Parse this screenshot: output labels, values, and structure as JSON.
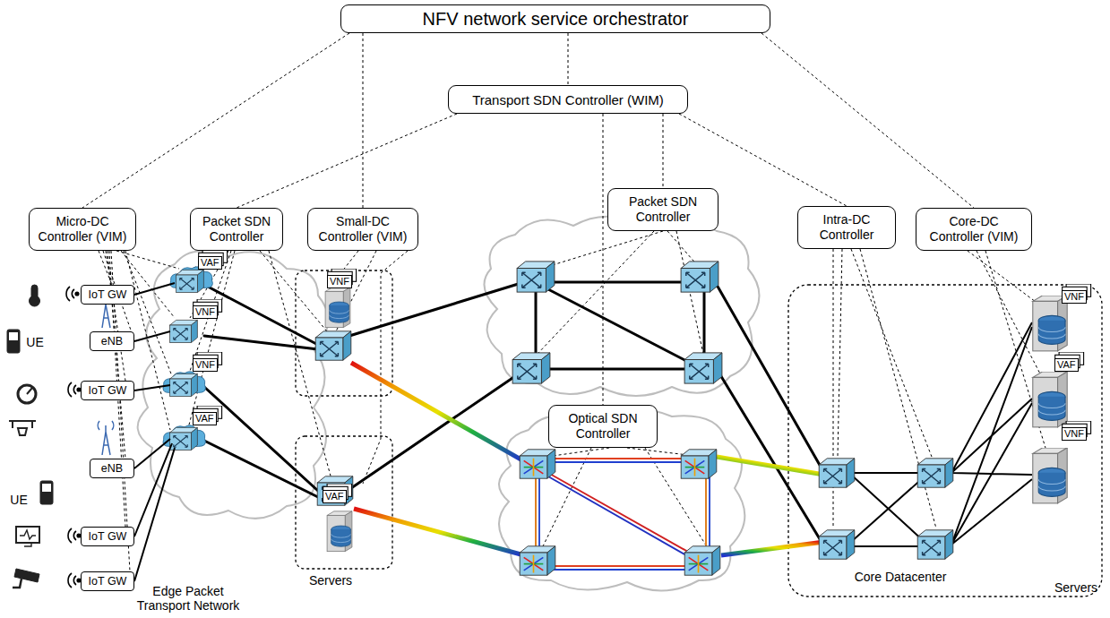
{
  "diagram": {
    "nodes": [
      {
        "text": [
          "NFV network service orchestrator"
        ]
      },
      {
        "text": [
          "Transport SDN Controller (WIM)"
        ]
      },
      {
        "text": [
          "Micro-DC Controller (VIM)"
        ]
      },
      {
        "text": [
          "Packet SDN Controller"
        ]
      },
      {
        "text": [
          "Small-DC Controller (VIM)"
        ]
      },
      {
        "text": [
          "Packet SDN Controller"
        ]
      },
      {
        "text": [
          "Intra-DC Controller"
        ]
      },
      {
        "text": [
          "Core-DC Controller (VIM)"
        ]
      },
      {
        "text": [
          "Optical SDN Controller"
        ]
      },
      {
        "text": [
          "IoT GW"
        ]
      },
      {
        "text": [
          "eNB"
        ]
      },
      {
        "text": [
          "IoT GW"
        ]
      },
      {
        "text": [
          "eNB"
        ]
      },
      {
        "text": [
          "IoT GW"
        ]
      },
      {
        "text": [
          "IoT GW"
        ]
      }
    ],
    "edges": [
      {
        "from": 0,
        "to": 2,
        "arrow": "none"
      },
      {
        "from": 0,
        "to": 4,
        "arrow": "none"
      },
      {
        "from": 0,
        "to": 1,
        "arrow": "none"
      },
      {
        "from": 0,
        "to": 7,
        "arrow": "none"
      },
      {
        "from": 1,
        "to": 3,
        "arrow": "none"
      },
      {
        "from": 1,
        "to": 5,
        "arrow": "none"
      },
      {
        "from": 1,
        "to": 8,
        "arrow": "none"
      },
      {
        "from": 1,
        "to": 6,
        "arrow": "none"
      }
    ],
    "labels": [
      "VAF",
      "VNF",
      "VNF",
      "VNF",
      "VAF",
      "VNF",
      "VAF",
      "VNF",
      "VAF",
      "UE",
      "UE",
      "Edge Packet Transport Network",
      "Servers",
      "Core Datacenter",
      "Servers"
    ]
  }
}
